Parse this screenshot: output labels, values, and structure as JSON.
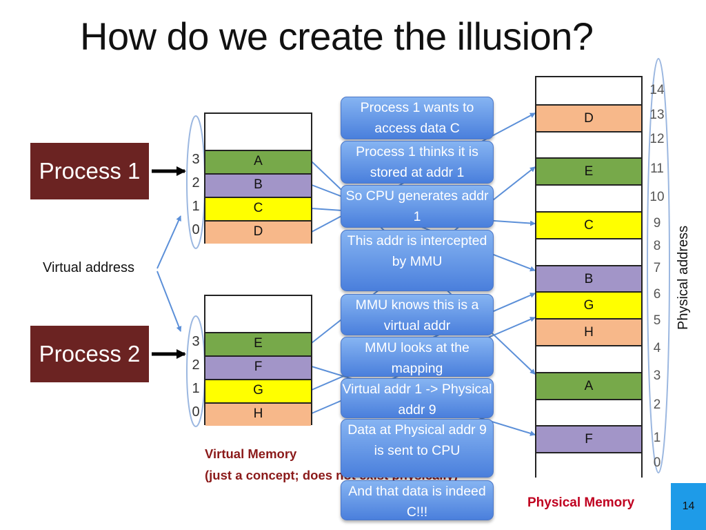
{
  "title": "How do we create the illusion?",
  "process1": "Process 1",
  "process2": "Process 2",
  "virtual_address_label": "Virtual address",
  "physical_address_label": "Physical address",
  "virtual_memory_label": "Virtual Memory",
  "virtual_memory_note": "(just a concept; does not exist physically)",
  "physical_memory_label": "Physical Memory",
  "page_number": "14",
  "vm1": [
    {
      "addr": "3",
      "label": "A",
      "color": "#77a94a"
    },
    {
      "addr": "2",
      "label": "B",
      "color": "#a295c8"
    },
    {
      "addr": "1",
      "label": "C",
      "color": "#ffff00"
    },
    {
      "addr": "0",
      "label": "D",
      "color": "#f7b88a"
    }
  ],
  "vm2": [
    {
      "addr": "3",
      "label": "E",
      "color": "#77a94a"
    },
    {
      "addr": "2",
      "label": "F",
      "color": "#a295c8"
    },
    {
      "addr": "1",
      "label": "G",
      "color": "#ffff00"
    },
    {
      "addr": "0",
      "label": "H",
      "color": "#f7b88a"
    }
  ],
  "physical": [
    {
      "label": "",
      "color": "#ffffff"
    },
    {
      "label": "D",
      "color": "#f7b88a"
    },
    {
      "label": "",
      "color": "#ffffff"
    },
    {
      "label": "E",
      "color": "#77a94a"
    },
    {
      "label": "",
      "color": "#ffffff"
    },
    {
      "label": "C",
      "color": "#ffff00"
    },
    {
      "label": "",
      "color": "#ffffff"
    },
    {
      "label": "B",
      "color": "#a295c8"
    },
    {
      "label": "G",
      "color": "#ffff00"
    },
    {
      "label": "H",
      "color": "#f7b88a"
    },
    {
      "label": "",
      "color": "#ffffff"
    },
    {
      "label": "A",
      "color": "#77a94a"
    },
    {
      "label": "",
      "color": "#ffffff"
    },
    {
      "label": "F",
      "color": "#a295c8"
    },
    {
      "label": "",
      "color": "#ffffff"
    }
  ],
  "physical_addresses": [
    "14",
    "13",
    "12",
    "11",
    "10",
    "9",
    "8",
    "7",
    "6",
    "5",
    "4",
    "3",
    "2",
    "1",
    "0"
  ],
  "steps": [
    "Process 1 wants to access data C",
    "Process 1 thinks it is stored at addr 1",
    "So CPU generates addr 1",
    "This addr is intercepted by MMU",
    "MMU knows this is a virtual addr",
    "MMU looks at the mapping",
    "Virtual addr 1 -> Physical addr 9",
    "Data at Physical addr 9 is sent to CPU",
    "And that data is indeed C!!!"
  ],
  "colors": {
    "process_box": "#6b2322",
    "step_box": "#5b8fe6",
    "arrow": "#5b8fd8",
    "page_box": "#1e9be8"
  }
}
